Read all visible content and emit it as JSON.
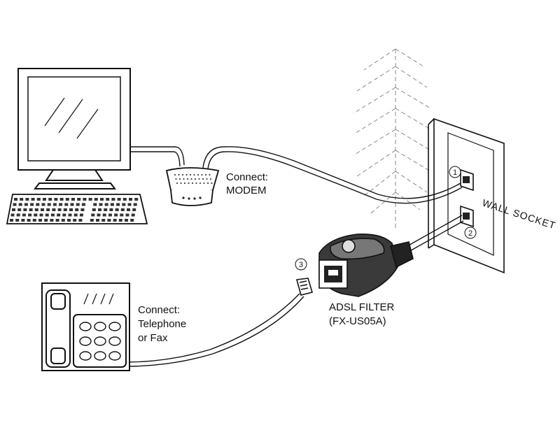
{
  "labels": {
    "modem_line1": "Connect:",
    "modem_line2": "MODEM",
    "phone_line1": "Connect:",
    "phone_line2": "Telephone",
    "phone_line3": "or Fax",
    "filter_line1": "ADSL FILTER",
    "filter_line2": "(FX-US05A)",
    "wall_socket": "WALL SOCKET"
  },
  "markers": {
    "one": "1",
    "two": "2",
    "three": "3"
  },
  "icons": [
    "monitor-icon",
    "keyboard-icon",
    "modem-icon",
    "telephone-icon",
    "adsl-filter-icon",
    "rj11-plug-icon",
    "wall-socket-icon",
    "wall-icon"
  ]
}
